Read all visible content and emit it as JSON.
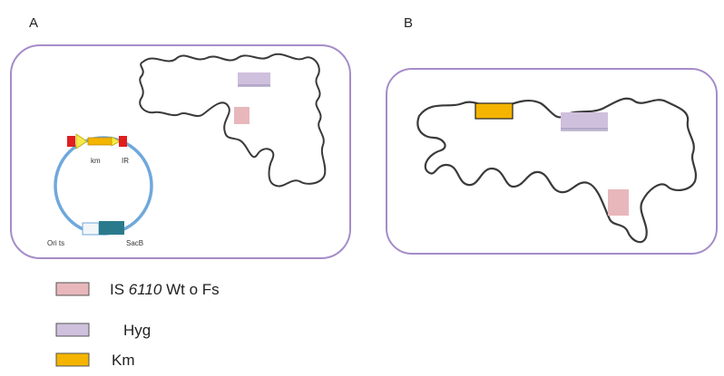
{
  "panels": {
    "a": {
      "letter": "A"
    },
    "b": {
      "letter": "B"
    }
  },
  "plasmid": {
    "labels": {
      "km": "km",
      "ir": "IR",
      "ori": "Ori ts",
      "sacb": "SacB"
    }
  },
  "legend": {
    "items": [
      {
        "label_pre": "IS ",
        "label_italic": "6110",
        "label_post": " Wt o Fs",
        "color": "#e8b7bc"
      },
      {
        "label_pre": "Hyg",
        "label_italic": "",
        "label_post": "",
        "color": "#cfc0dd"
      },
      {
        "label_pre": "Km",
        "label_italic": "",
        "label_post": "",
        "color": "#f4b400"
      }
    ]
  },
  "colors": {
    "cell_border": "#a58cc9",
    "chromosome": "#3a3a3a",
    "plasmid": "#6fa8dc",
    "is6110": "#e8b7bc",
    "hyg": "#cfc0dd",
    "km": "#f4b400",
    "ir": "#e01e1e",
    "promoter": "#f6e94a",
    "sacb": "#2b7a8c"
  }
}
